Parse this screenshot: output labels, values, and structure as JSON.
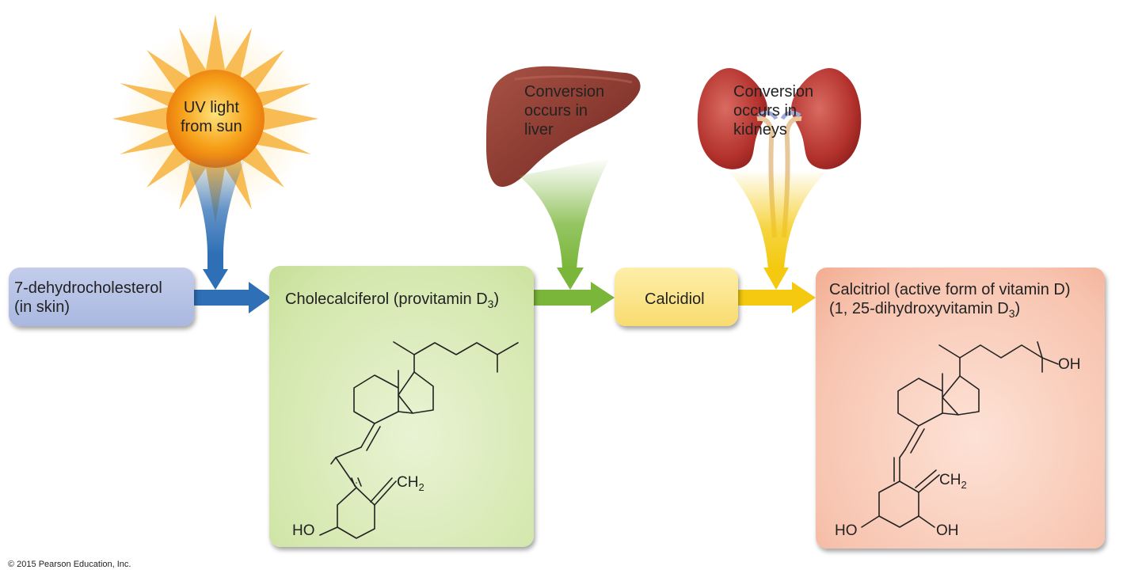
{
  "sun": {
    "label_line1": "UV light",
    "label_line2": "from sun"
  },
  "liver": {
    "line1": "Conversion",
    "line2": "occurs in",
    "line3": "liver"
  },
  "kidneys": {
    "line1": "Conversion",
    "line2": "occurs in",
    "line3": "kidneys"
  },
  "boxes": {
    "dehydro": {
      "line1": "7-dehydrocholesterol",
      "line2": "(in skin)"
    },
    "chole": {
      "text": "Cholecalciferol (provitamin D",
      "sub": "3",
      "close": ")"
    },
    "calcidiol": {
      "text": "Calcidiol"
    },
    "calcitriol": {
      "line1": "Calcitriol (active form of vitamin D)",
      "line2": "(1, 25-dihydroxyvitamin D",
      "sub": "3",
      "close": ")"
    }
  },
  "chem": {
    "ch2": "CH",
    "ch2_sub": "2",
    "ho": "HO",
    "oh": "OH"
  },
  "copyright": "© 2015 Pearson Education, Inc.",
  "colors": {
    "blue_arrow": "#2f6fb5",
    "green_arrow": "#7ab63a",
    "yellow_arrow": "#f4c90f",
    "dehydro_box": "#b7c4e6",
    "chole_box": "#d3e7ac",
    "calcidiol_box": "#fbe38a",
    "calcitriol_box": "#f5b9a1"
  }
}
